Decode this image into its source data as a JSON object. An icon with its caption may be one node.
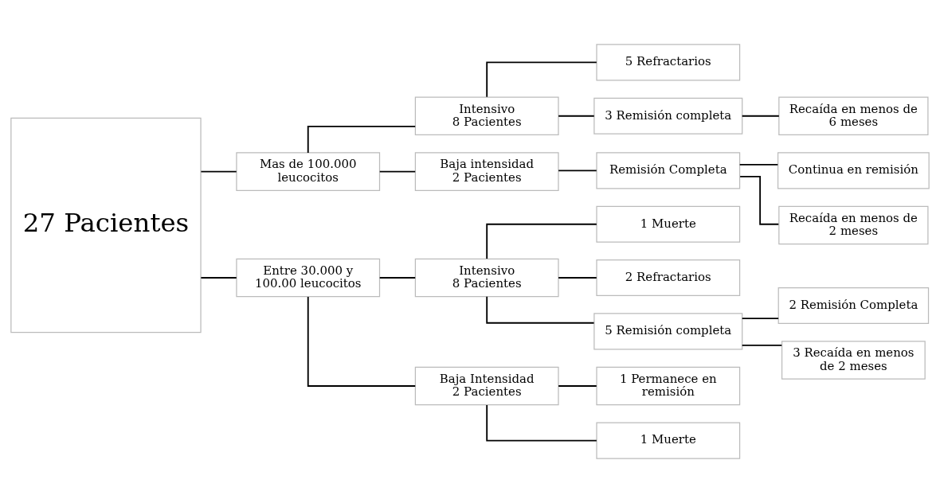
{
  "diagram": {
    "nodes": [
      {
        "text": [
          "27 Pacientes"
        ]
      },
      {
        "text": [
          "Mas de 100.000 leucocitos"
        ]
      },
      {
        "text": [
          "Entre 30.000 y 100.00 leucocitos"
        ]
      },
      {
        "text": [
          "Intensivo",
          "8 Pacientes"
        ]
      },
      {
        "text": [
          "Baja intensidad",
          "2 Pacientes"
        ]
      },
      {
        "text": [
          "5 Refractarios"
        ]
      },
      {
        "text": [
          "3 Remisión completa"
        ]
      },
      {
        "text": [
          "Recaída en menos de 6 meses"
        ]
      },
      {
        "text": [
          "Remisión Completa"
        ]
      },
      {
        "text": [
          "Continua en remisión"
        ]
      },
      {
        "text": [
          "Recaída en menos de 2 meses"
        ]
      },
      {
        "text": [
          "Intensivo",
          "8 Pacientes"
        ]
      },
      {
        "text": [
          "Baja Intensidad",
          "2 Pacientes"
        ]
      },
      {
        "text": [
          "1 Muerte"
        ]
      },
      {
        "text": [
          "2 Refractarios"
        ]
      },
      {
        "text": [
          "5 Remisión completa"
        ]
      },
      {
        "text": [
          "2 Remisión Completa"
        ]
      },
      {
        "text": [
          "3 Recaída en menos de 2 meses"
        ]
      },
      {
        "text": [
          "1 Permanece en remisión"
        ]
      },
      {
        "text": [
          "1 Muerte"
        ]
      }
    ],
    "edges": [
      {
        "from": 0,
        "to": 1,
        "arrow": "none"
      },
      {
        "from": 0,
        "to": 2,
        "arrow": "none"
      },
      {
        "from": 1,
        "to": 3,
        "arrow": "none"
      },
      {
        "from": 1,
        "to": 4,
        "arrow": "none"
      },
      {
        "from": 3,
        "to": 5,
        "arrow": "none"
      },
      {
        "from": 3,
        "to": 6,
        "arrow": "none"
      },
      {
        "from": 6,
        "to": 7,
        "arrow": "none"
      },
      {
        "from": 4,
        "to": 8,
        "arrow": "none"
      },
      {
        "from": 8,
        "to": 9,
        "arrow": "none"
      },
      {
        "from": 8,
        "to": 10,
        "arrow": "none"
      },
      {
        "from": 2,
        "to": 11,
        "arrow": "none"
      },
      {
        "from": 2,
        "to": 12,
        "arrow": "none"
      },
      {
        "from": 11,
        "to": 13,
        "arrow": "none"
      },
      {
        "from": 11,
        "to": 14,
        "arrow": "none"
      },
      {
        "from": 11,
        "to": 15,
        "arrow": "none"
      },
      {
        "from": 15,
        "to": 16,
        "arrow": "none"
      },
      {
        "from": 15,
        "to": 17,
        "arrow": "none"
      },
      {
        "from": 12,
        "to": 18,
        "arrow": "none"
      },
      {
        "from": 12,
        "to": 19,
        "arrow": "none"
      }
    ]
  }
}
